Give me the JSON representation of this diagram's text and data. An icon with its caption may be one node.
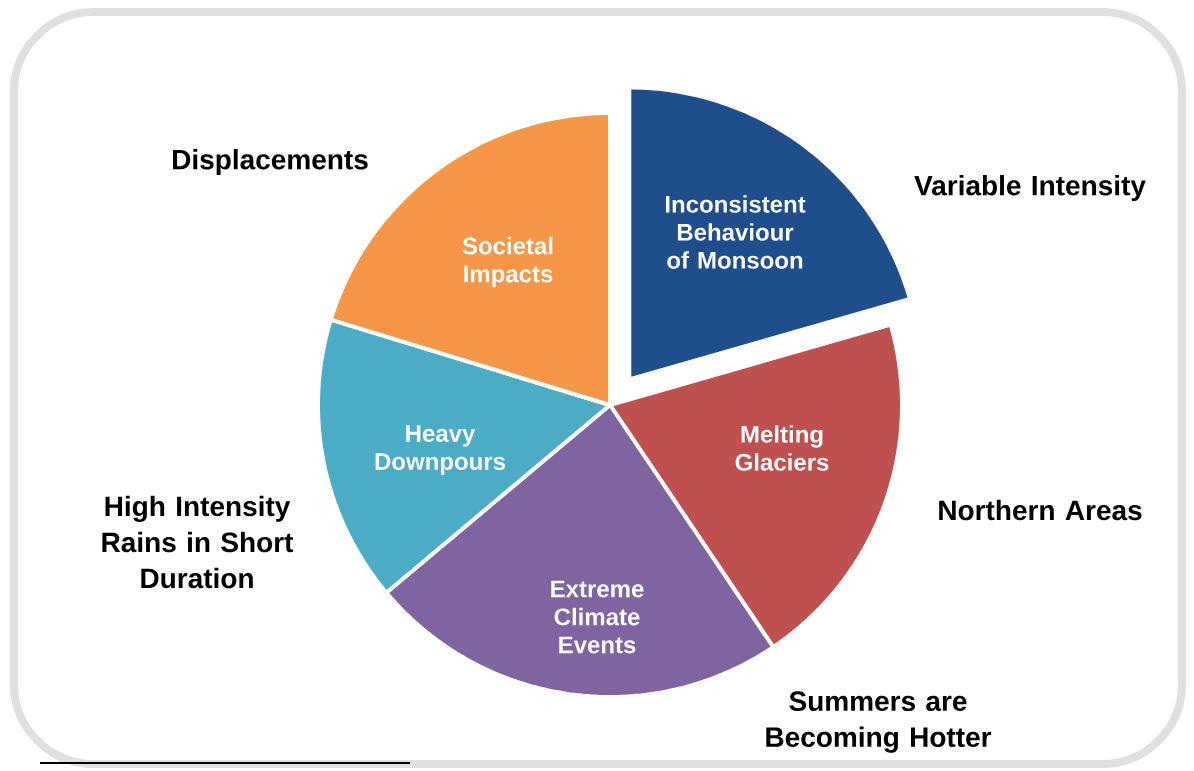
{
  "diagram": {
    "nodes": [
      {
        "text": [
          "Inconsistent Behaviour of Monsoon"
        ],
        "beside": [
          "Variable Intensity"
        ]
      },
      {
        "text": [
          "Melting Glaciers"
        ],
        "beside": [
          "Northern Areas"
        ]
      },
      {
        "text": [
          "Extreme Climate Events"
        ],
        "beside": [
          "Summers are Becoming Hotter"
        ]
      },
      {
        "text": [
          "Heavy Downpours"
        ],
        "beside": [
          "High Intensity Rains in Short Duration"
        ]
      },
      {
        "text": [
          "Societal Impacts"
        ],
        "beside": [
          "Displacements"
        ]
      }
    ],
    "edges": []
  }
}
